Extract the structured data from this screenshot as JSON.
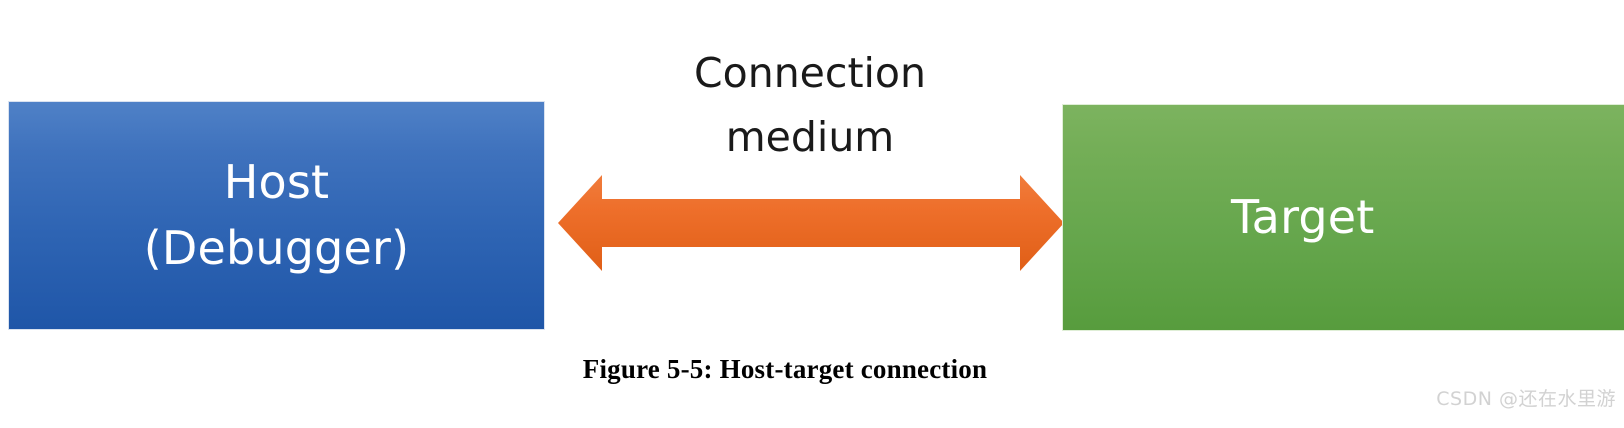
{
  "figure": {
    "caption": "Figure 5-5: Host-target connection",
    "background_color": "#ffffff"
  },
  "diagram": {
    "type": "block-diagram",
    "nodes": [
      {
        "id": "host",
        "label": "Host\n(Debugger)",
        "label_line1": "Host",
        "label_line2": "(Debugger)",
        "shape": "rectangle",
        "fill_color": "#2f65b4",
        "text_color": "#ffffff"
      },
      {
        "id": "target",
        "label": "Target",
        "shape": "rectangle",
        "fill_color": "#65a64c",
        "text_color": "#ffffff"
      }
    ],
    "connector": {
      "id": "connection-medium",
      "label": "Connection\nmedium",
      "label_line1": "Connection",
      "label_line2": "medium",
      "style": "double-headed-arrow",
      "color": "#ed6b28",
      "from": "host",
      "to": "target",
      "label_color": "#1a1a1a"
    }
  },
  "watermark": {
    "text": "CSDN @还在水里游",
    "color": "#d2d2d2"
  }
}
